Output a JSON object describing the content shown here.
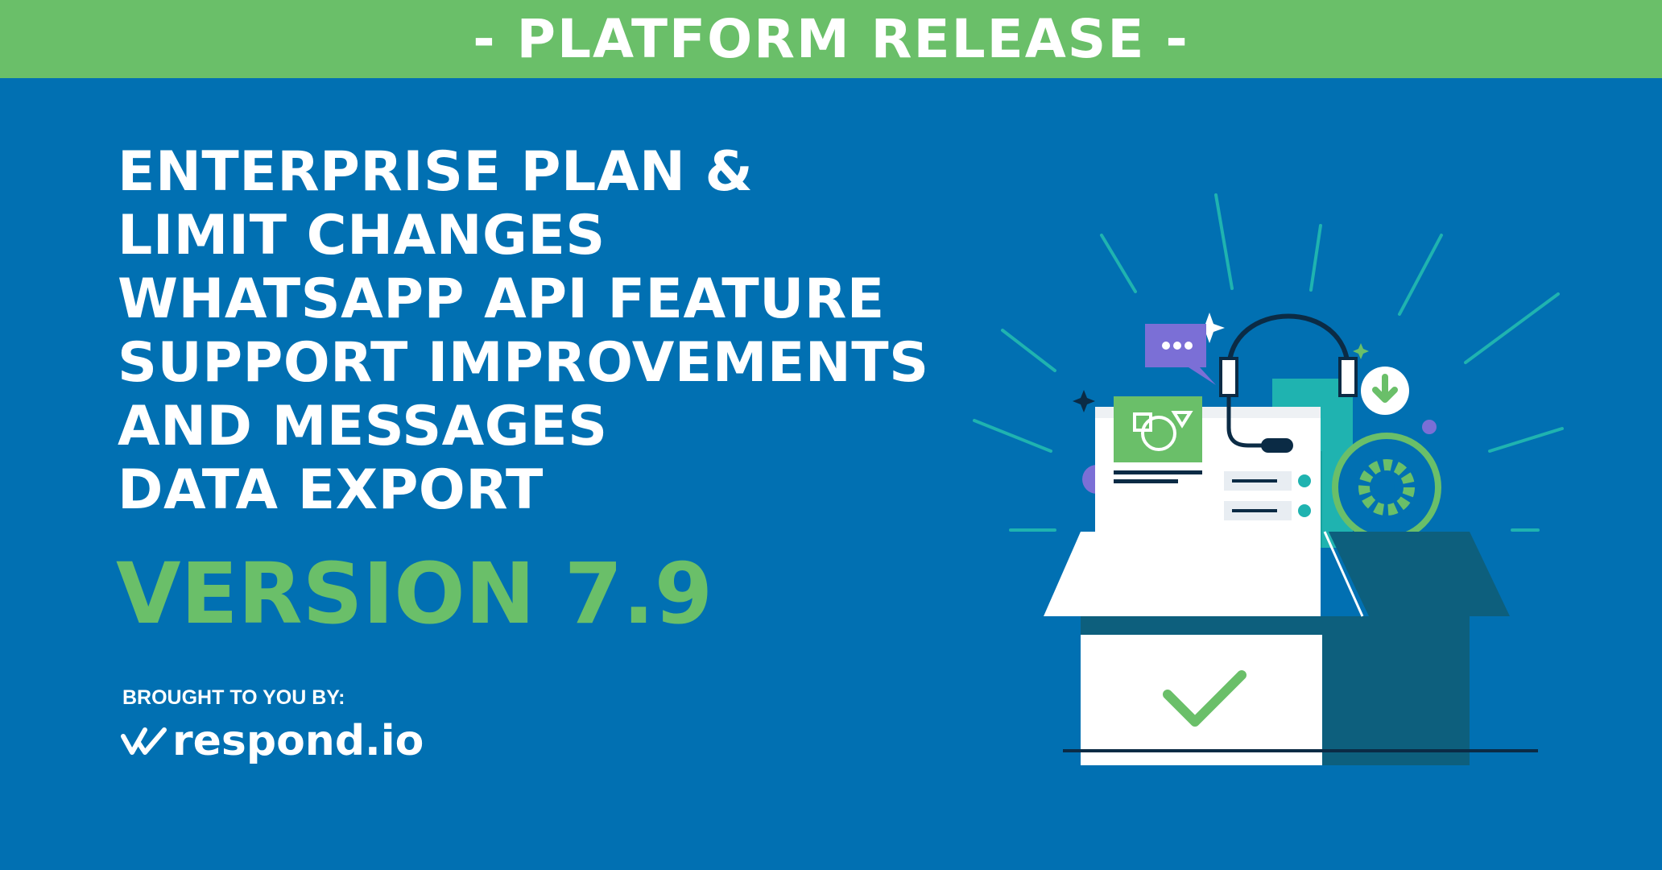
{
  "banner": {
    "text": "- PLATFORM RELEASE -"
  },
  "headline": {
    "lines": [
      "ENTERPRISE PLAN &",
      "LIMIT CHANGES",
      "WHATSAPP API FEATURE",
      "SUPPORT IMPROVEMENTS",
      "AND MESSAGES",
      "DATA EXPORT"
    ]
  },
  "version": {
    "label": "VERSION 7.9"
  },
  "credit": {
    "byline": "BROUGHT TO YOU BY:",
    "brand": "respond.io"
  },
  "icons": {
    "logo": "respond-logo-icon",
    "chat": "chat-bubble-icon",
    "headset": "headset-icon",
    "download": "download-icon",
    "gear": "gear-icon",
    "check": "checkmark-icon",
    "sparkle": "sparkle-icon"
  },
  "colors": {
    "background": "#0170b2",
    "accent_green": "#6abf69",
    "text": "#ffffff",
    "box_dark": "#0d5f7d",
    "teal": "#1fb3b0",
    "purple": "#7b6fd6"
  }
}
